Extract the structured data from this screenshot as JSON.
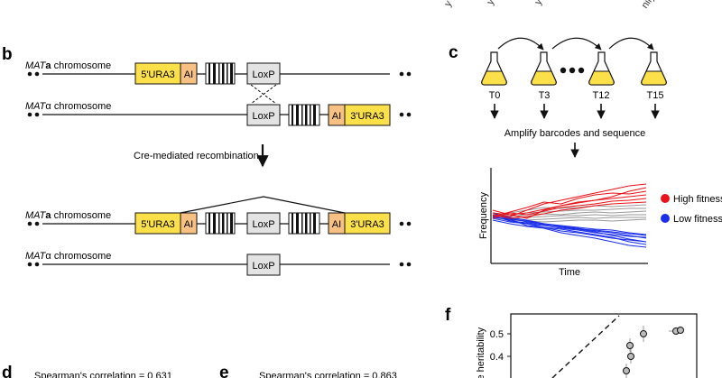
{
  "top_partial": {
    "labels": [
      "y",
      "y",
      "y",
      "nily"
    ]
  },
  "panel_b": {
    "letter": "b",
    "before": {
      "mata": {
        "prefix": "MAT",
        "suffix": "a",
        "rest": " chromosome"
      },
      "matalpha": {
        "prefix": "MAT",
        "suffix": "α",
        "rest": " chromosome"
      }
    },
    "recombination_label": "Cre-mediated recombination",
    "after": {
      "mata": {
        "prefix": "MAT",
        "suffix": "a",
        "rest": " chromosome"
      },
      "matalpha": {
        "prefix": "MAT",
        "suffix": "α",
        "rest": " chromosome"
      }
    },
    "boxes": {
      "ura5": "5'URA3",
      "ura3": "3'URA3",
      "ai": "AI",
      "loxp": "LoxP"
    },
    "colors": {
      "ura": "#fbe04a",
      "ai": "#f7c183",
      "loxp": "#e3e3e3"
    }
  },
  "panel_c": {
    "letter": "c",
    "timepoints": [
      "T0",
      "T3",
      "T12",
      "T15"
    ],
    "step_label": "Amplify barcodes and sequence",
    "ylabel": "Frequency",
    "xlabel": "Time",
    "legend": [
      {
        "label": "High fitness",
        "color": "#e8141b"
      },
      {
        "label": "Low fitness",
        "color": "#1b2ee8"
      }
    ]
  },
  "panel_d": {
    "letter": "d",
    "text": "Spearman's correlation = 0.631"
  },
  "panel_e": {
    "letter": "e",
    "text": "Spearman's correlation = 0.863"
  },
  "panel_f": {
    "letter": "f",
    "ylabel": "nse heritability",
    "yticks": [
      "0.5",
      "0.4"
    ]
  },
  "chart_data": {
    "type": "line",
    "xlabel": "Time",
    "ylabel": "Frequency",
    "x": [
      0,
      1,
      2,
      3,
      4,
      5,
      6,
      7,
      8,
      9
    ],
    "series": [
      {
        "group": "High fitness",
        "color": "#e8141b",
        "values": [
          0.5,
          0.48,
          0.55,
          0.62,
          0.66,
          0.7,
          0.74,
          0.78,
          0.82,
          0.84
        ]
      },
      {
        "group": "High fitness",
        "color": "#e8141b",
        "values": [
          0.52,
          0.5,
          0.46,
          0.55,
          0.6,
          0.63,
          0.66,
          0.7,
          0.76,
          0.8
        ]
      },
      {
        "group": "High fitness",
        "color": "#e8141b",
        "values": [
          0.48,
          0.53,
          0.58,
          0.64,
          0.62,
          0.68,
          0.72,
          0.74,
          0.73,
          0.76
        ]
      },
      {
        "group": "High fitness",
        "color": "#e8141b",
        "values": [
          0.55,
          0.5,
          0.52,
          0.56,
          0.6,
          0.64,
          0.66,
          0.68,
          0.7,
          0.72
        ]
      },
      {
        "group": "High fitness",
        "color": "#e8141b",
        "values": [
          0.46,
          0.52,
          0.5,
          0.54,
          0.58,
          0.6,
          0.62,
          0.65,
          0.66,
          0.68
        ]
      },
      {
        "group": "High fitness",
        "color": "#e8141b",
        "values": [
          0.5,
          0.46,
          0.48,
          0.51,
          0.55,
          0.57,
          0.6,
          0.62,
          0.63,
          0.64
        ]
      },
      {
        "group": "neutral",
        "color": "#9a9a9a",
        "values": [
          0.5,
          0.52,
          0.55,
          0.58,
          0.57,
          0.58,
          0.6,
          0.59,
          0.6,
          0.61
        ]
      },
      {
        "group": "neutral",
        "color": "#9a9a9a",
        "values": [
          0.5,
          0.5,
          0.52,
          0.53,
          0.54,
          0.55,
          0.55,
          0.56,
          0.57,
          0.57
        ]
      },
      {
        "group": "neutral",
        "color": "#9a9a9a",
        "values": [
          0.52,
          0.48,
          0.5,
          0.51,
          0.5,
          0.52,
          0.53,
          0.52,
          0.53,
          0.54
        ]
      },
      {
        "group": "neutral",
        "color": "#9a9a9a",
        "values": [
          0.48,
          0.5,
          0.47,
          0.48,
          0.49,
          0.49,
          0.5,
          0.49,
          0.5,
          0.5
        ]
      },
      {
        "group": "neutral",
        "color": "#9a9a9a",
        "values": [
          0.5,
          0.46,
          0.44,
          0.45,
          0.46,
          0.47,
          0.46,
          0.47,
          0.47,
          0.47
        ]
      },
      {
        "group": "neutral",
        "color": "#9a9a9a",
        "values": [
          0.47,
          0.44,
          0.43,
          0.42,
          0.43,
          0.44,
          0.44,
          0.43,
          0.44,
          0.45
        ]
      },
      {
        "group": "Low fitness",
        "color": "#1b2ee8",
        "values": [
          0.48,
          0.44,
          0.4,
          0.38,
          0.35,
          0.33,
          0.3,
          0.28,
          0.26,
          0.25
        ]
      },
      {
        "group": "Low fitness",
        "color": "#1b2ee8",
        "values": [
          0.5,
          0.47,
          0.44,
          0.4,
          0.37,
          0.35,
          0.32,
          0.3,
          0.27,
          0.24
        ]
      },
      {
        "group": "Low fitness",
        "color": "#1b2ee8",
        "values": [
          0.52,
          0.46,
          0.42,
          0.4,
          0.36,
          0.34,
          0.33,
          0.31,
          0.29,
          0.27
        ]
      },
      {
        "group": "Low fitness",
        "color": "#1b2ee8",
        "values": [
          0.46,
          0.42,
          0.4,
          0.36,
          0.32,
          0.3,
          0.27,
          0.24,
          0.22,
          0.2
        ]
      },
      {
        "group": "Low fitness",
        "color": "#1b2ee8",
        "values": [
          0.5,
          0.45,
          0.38,
          0.36,
          0.34,
          0.31,
          0.28,
          0.25,
          0.2,
          0.17
        ]
      },
      {
        "group": "Low fitness",
        "color": "#1b2ee8",
        "values": [
          0.44,
          0.4,
          0.37,
          0.35,
          0.3,
          0.27,
          0.24,
          0.2,
          0.16,
          0.14
        ]
      },
      {
        "group": "Low fitness",
        "color": "#1b2ee8",
        "values": [
          0.49,
          0.43,
          0.41,
          0.39,
          0.37,
          0.34,
          0.31,
          0.27,
          0.23,
          0.2
        ]
      },
      {
        "group": "Low fitness",
        "color": "#1b2ee8",
        "values": [
          0.47,
          0.45,
          0.43,
          0.4,
          0.38,
          0.36,
          0.34,
          0.33,
          0.3,
          0.28
        ]
      }
    ]
  },
  "scatter_f": {
    "type": "scatter",
    "ylabel": "nse heritability",
    "points": [
      {
        "y": 0.51
      },
      {
        "y": 0.45
      },
      {
        "y": 0.41
      },
      {
        "y": 0.35
      },
      {
        "y": 0.52
      },
      {
        "y": 0.525
      }
    ]
  }
}
